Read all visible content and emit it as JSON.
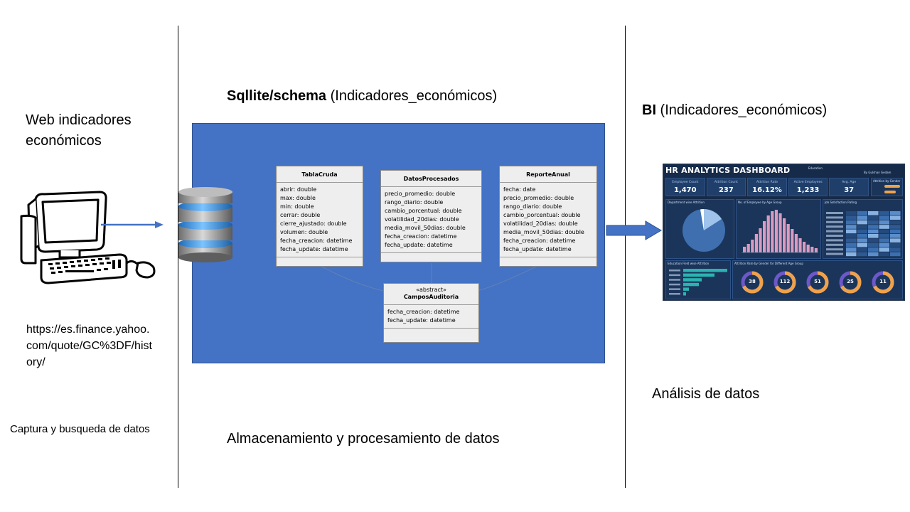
{
  "sections": {
    "capture": {
      "heading": "Web indicadores económicos",
      "url": "https://es.finance.yahoo.com/quote/GC%3DF/history/",
      "caption": "Captura y busqueda de datos"
    },
    "storage": {
      "heading_bold": "Sqllite/schema",
      "heading_rest": " (Indicadores_económicos)",
      "caption": "Almacenamiento y procesamiento de datos"
    },
    "bi": {
      "heading_bold": "BI",
      "heading_rest": " (Indicadores_económicos)",
      "caption": "Análisis de datos"
    }
  },
  "schema": {
    "tables": [
      {
        "name": "TablaCruda",
        "fields": [
          "abrir: double",
          "max: double",
          "min: double",
          "cerrar: double",
          "cierre_ajustado: double",
          "volumen: double",
          "fecha_creacion: datetime",
          "fecha_update: datetime"
        ]
      },
      {
        "name": "DatosProcesados",
        "fields": [
          "precio_promedio: double",
          "rango_diario: double",
          "cambio_porcentual: double",
          "volatilidad_20dias: double",
          "media_movil_50dias: double",
          "fecha_creacion: datetime",
          "fecha_update: datetime"
        ]
      },
      {
        "name": "ReporteAnual",
        "fields": [
          "fecha: date",
          "precio_promedio: double",
          "rango_diario: double",
          "cambio_porcentual: double",
          "volatilidad_20dias: double",
          "media_movil_50dias: double",
          "fecha_creacion: datetime",
          "fecha_update: datetime"
        ]
      },
      {
        "stereotype": "«abstract»",
        "name": "CamposAuditoria",
        "fields": [
          "fecha_creacion: datetime",
          "fecha_update: datetime"
        ]
      }
    ]
  },
  "dashboard": {
    "title": "HR ANALYTICS DASHBOARD",
    "filter_label": "Education",
    "author": "By Gulshan Gedam",
    "kpis": [
      {
        "label": "Employee Count",
        "value": "1,470"
      },
      {
        "label": "Attrition Count",
        "value": "237"
      },
      {
        "label": "Attrition Rate",
        "value": "16.12%"
      },
      {
        "label": "Active Employees",
        "value": "1,233"
      },
      {
        "label": "Avg. Age",
        "value": "37"
      }
    ],
    "gender_tile_title": "Attrition by Gender",
    "tile_titles": {
      "department": "Department wise Attrition",
      "age_group": "No. of Employee by Age Group",
      "satisfaction": "Job Satisfaction Rating",
      "education": "Education Field wise Attrition",
      "gender_age": "Attrition Rate by Gender for Different Age Group"
    },
    "donut_values": [
      "38",
      "112",
      "51",
      "25",
      "11"
    ],
    "colors": {
      "bg": "#162b4a",
      "pie_main": "#3f6fae",
      "pie_slice": "#9fc3ea",
      "bar_pink": "#d99bc0",
      "bar_teal": "#2bb3b1",
      "donut_orange": "#f0a24b",
      "donut_purple": "#6d58c9"
    }
  },
  "colors": {
    "schema_panel": "#4472C4",
    "arrow": "#4472C4"
  }
}
